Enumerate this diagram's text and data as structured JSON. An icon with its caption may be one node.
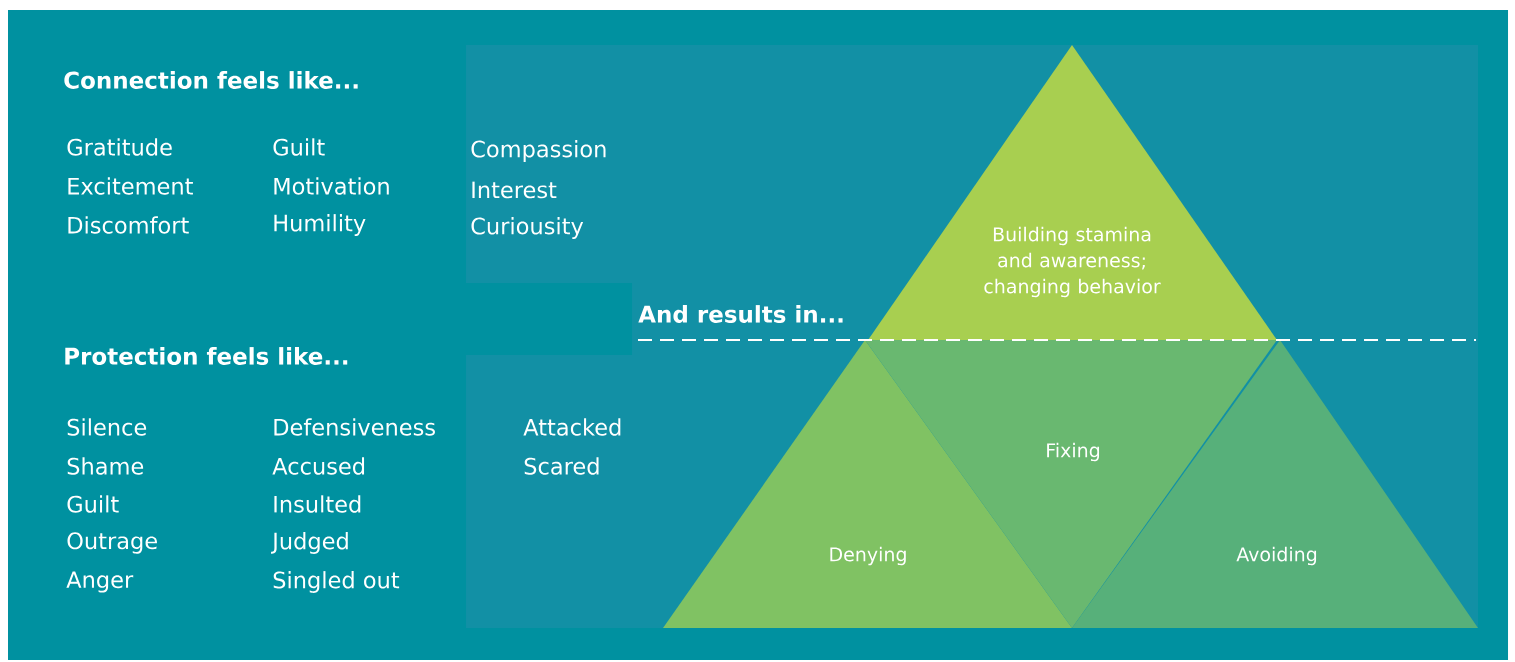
{
  "diagram": {
    "nodes": [
      {
        "text": [
          "Building stamina and awareness; changing behavior"
        ]
      },
      {
        "text": [
          "Denying"
        ]
      },
      {
        "text": [
          "Fixing"
        ]
      },
      {
        "text": [
          "Avoiding"
        ]
      }
    ],
    "labels": [
      "Connection feels like...",
      "Gratitude",
      "Excitement",
      "Discomfort",
      "Guilt",
      "Motivation",
      "Humility",
      "Compassion",
      "Interest",
      "Curiousity",
      "And results in...",
      "Protection feels like...",
      "Silence",
      "Shame",
      "Guilt",
      "Outrage",
      "Anger",
      "Defensiveness",
      "Accused",
      "Insulted",
      "Judged",
      "Singled out",
      "Attacked",
      "Scared"
    ]
  }
}
